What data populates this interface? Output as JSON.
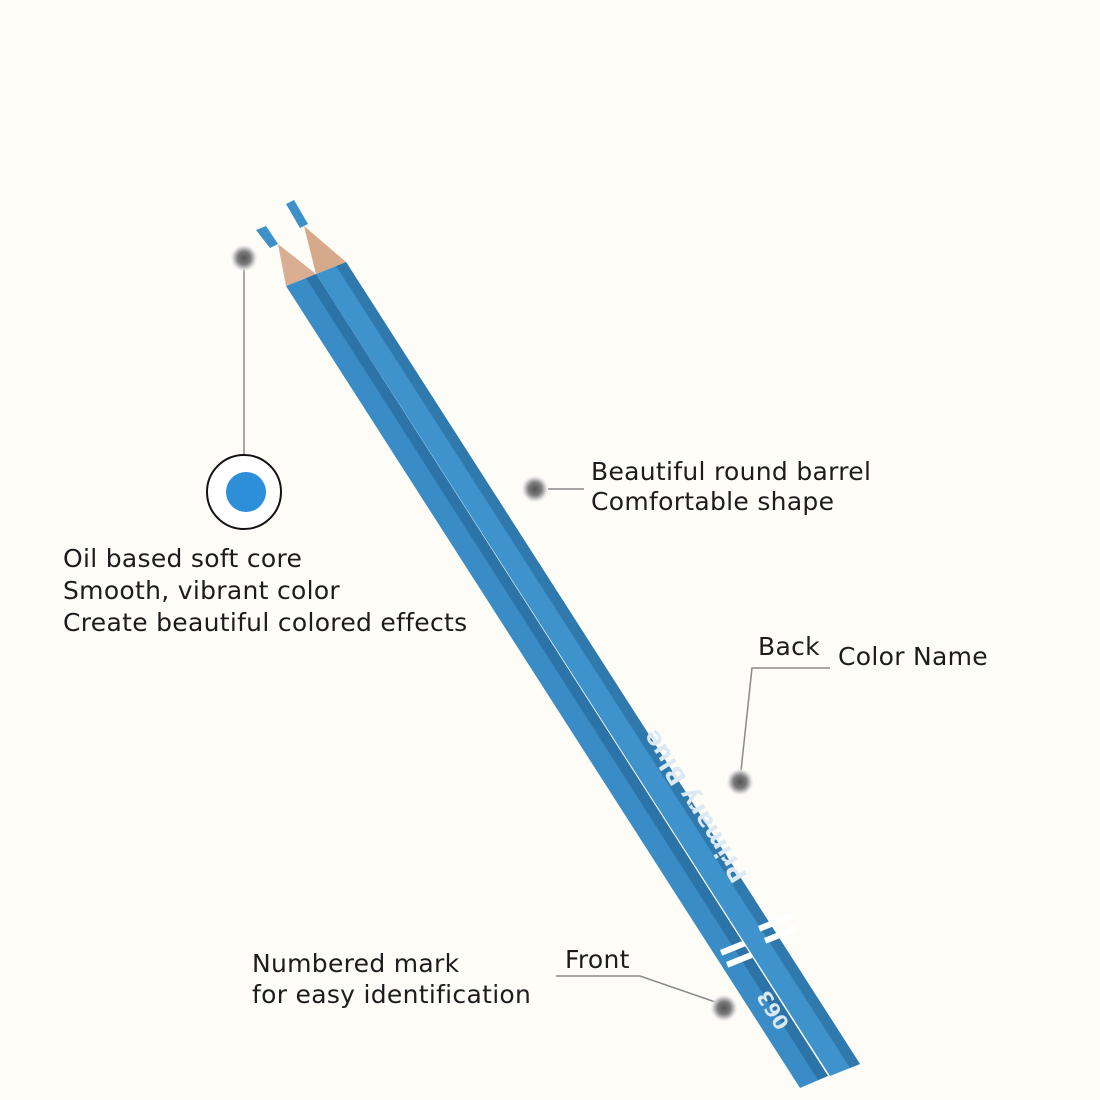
{
  "labels": {
    "core": [
      "Oil based soft core",
      "Smooth, vibrant color",
      "Create beautiful colored effects"
    ],
    "barrel": [
      "Beautiful round barrel",
      "Comfortable shape"
    ],
    "back": "Back",
    "color_name": "Color Name",
    "numbered": [
      "Numbered mark",
      "for easy identification"
    ],
    "front": "Front"
  },
  "pencil": {
    "color_name_text": "Primary Blue",
    "number_text": "063"
  },
  "colors": {
    "background": "#fdfcf7",
    "pencil_blue": "#3d90c9",
    "pencil_blue_dark": "#2f79ad",
    "wood": "#d9ae92",
    "core_blue": "#2d8fd8",
    "marker_gray": "#6b6b6b",
    "text": "#1c1c1c"
  },
  "icons": {
    "marker": "dot-marker-icon",
    "cross_section": "core-cross-section-icon"
  }
}
